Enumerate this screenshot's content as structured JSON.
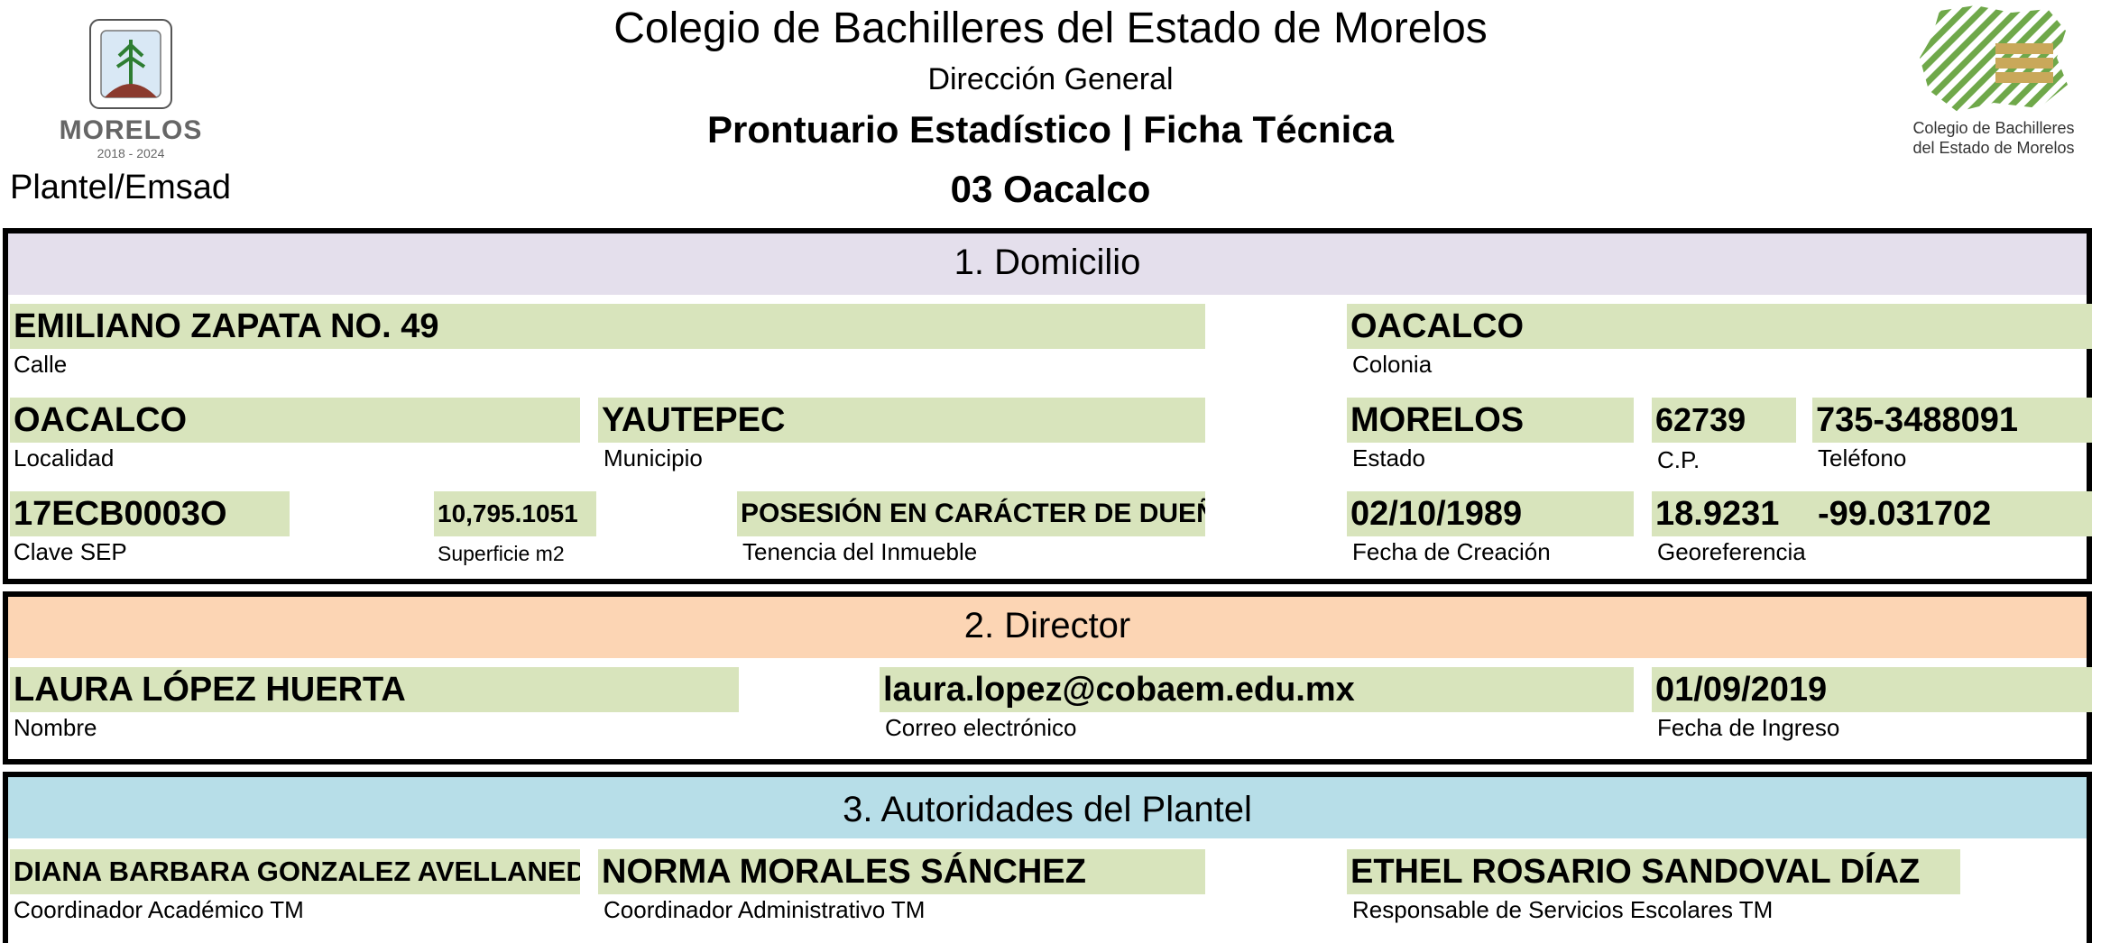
{
  "header": {
    "title": "Colegio de Bachilleres del Estado de Morelos",
    "subtitle": "Dirección General",
    "report_title": "Prontuario Estadístico | Ficha Técnica",
    "plantel_name": "03 Oacalco",
    "plantel_label": "Plantel/Emsad"
  },
  "logo_left": {
    "name": "MORELOS",
    "period": "2018 - 2024"
  },
  "logo_right": {
    "line1": "Colegio de Bachilleres",
    "line2": "del Estado de Morelos"
  },
  "domicilio": {
    "heading": "1. Domicilio",
    "calle": {
      "value": "EMILIANO ZAPATA NO. 49",
      "label": "Calle"
    },
    "colonia": {
      "value": "OACALCO",
      "label": "Colonia"
    },
    "localidad": {
      "value": "OACALCO",
      "label": "Localidad"
    },
    "municipio": {
      "value": "YAUTEPEC",
      "label": "Municipio"
    },
    "estado": {
      "value": "MORELOS",
      "label": "Estado"
    },
    "cp": {
      "value": "62739",
      "label": "C.P."
    },
    "telefono": {
      "value": "735-3488091",
      "label": "Teléfono"
    },
    "clave_sep": {
      "value": "17ECB0003O",
      "label": "Clave SEP"
    },
    "superficie": {
      "value": "10,795.1051",
      "label": "Superficie m2"
    },
    "tenencia": {
      "value": "POSESIÓN EN CARÁCTER DE DUEÑO",
      "label": "Tenencia del Inmueble"
    },
    "fecha_creacion": {
      "value": "02/10/1989",
      "label": "Fecha de Creación"
    },
    "latitud": {
      "value": "18.9231"
    },
    "longitud": {
      "value": "-99.031702"
    },
    "georeferencia_label": "Georeferencia"
  },
  "director": {
    "heading": "2. Director",
    "nombre": {
      "value": "LAURA LÓPEZ HUERTA",
      "label": "Nombre"
    },
    "correo": {
      "value": "laura.lopez@cobaem.edu.mx",
      "label": "Correo electrónico"
    },
    "fecha_ingreso": {
      "value": "01/09/2019",
      "label": "Fecha de Ingreso"
    }
  },
  "autoridades": {
    "heading": "3. Autoridades del Plantel",
    "academico": {
      "value": "DIANA BARBARA GONZALEZ AVELLANEDA",
      "label": "Coordinador Académico TM"
    },
    "administrativo": {
      "value": "NORMA MORALES SÁNCHEZ",
      "label": "Coordinador Administrativo TM"
    },
    "escolares": {
      "value": "ETHEL ROSARIO SANDOVAL DÍAZ",
      "label": "Responsable de Servicios Escolares TM"
    }
  },
  "colors": {
    "band_domicilio": "#e4dfec",
    "band_director": "#fcd5b4",
    "band_autoridades": "#b7dee8",
    "value_cell": "#d8e4bc",
    "logo_green": "#6fa84a",
    "logo_gold": "#c9a85a"
  }
}
